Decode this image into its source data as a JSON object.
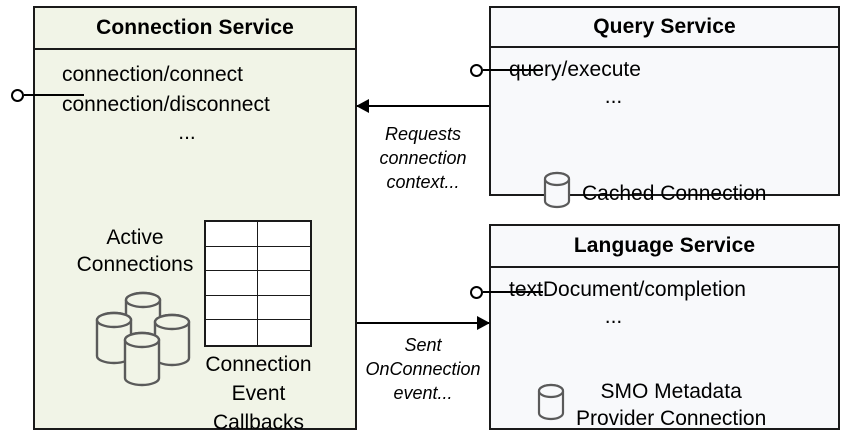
{
  "diagram": {
    "title": "Service connection architecture",
    "colors": {
      "connection_service_fill": "#f1f4e7",
      "service_fill": "#f8f9fb",
      "stroke": "#1a1a1a",
      "cylinder_stroke": "#5a5a5a"
    }
  },
  "connection_service": {
    "title": "Connection Service",
    "operations": [
      "connection/connect",
      "connection/disconnect"
    ],
    "operations_ellipsis": "...",
    "active_connections_label": "Active\nConnections",
    "active_connections_line1": "Active",
    "active_connections_line2": "Connections",
    "callbacks_label_line1": "Connection",
    "callbacks_label_line2": "Event",
    "callbacks_label_line3": "Callbacks",
    "table": {
      "rows": 5,
      "columns": 2
    },
    "interface_icon": "lollipop-interface-icon",
    "cluster_icon": "database-cluster-icon"
  },
  "query_service": {
    "title": "Query Service",
    "operations": [
      "query/execute"
    ],
    "operations_ellipsis": "...",
    "resource_label": "Cached Connection",
    "resource_icon": "database-cylinder-icon",
    "interface_icon": "lollipop-interface-icon"
  },
  "language_service": {
    "title": "Language Service",
    "operations": [
      "textDocument/completion"
    ],
    "operations_ellipsis": "...",
    "resource_label_line1": "SMO Metadata",
    "resource_label_line2": "Provider Connection",
    "resource_icon": "database-cylinder-icon",
    "interface_icon": "lollipop-interface-icon"
  },
  "edges": [
    {
      "id": "query-to-connection",
      "from": "Query Service",
      "to": "Connection Service",
      "direction": "left",
      "label_line1": "Requests",
      "label_line2": "connection",
      "label_line3": "context..."
    },
    {
      "id": "connection-to-language",
      "from": "Connection Service",
      "to": "Language Service",
      "direction": "right",
      "label_line1": "Sent",
      "label_line2": "OnConnection",
      "label_line3": "event..."
    }
  ]
}
